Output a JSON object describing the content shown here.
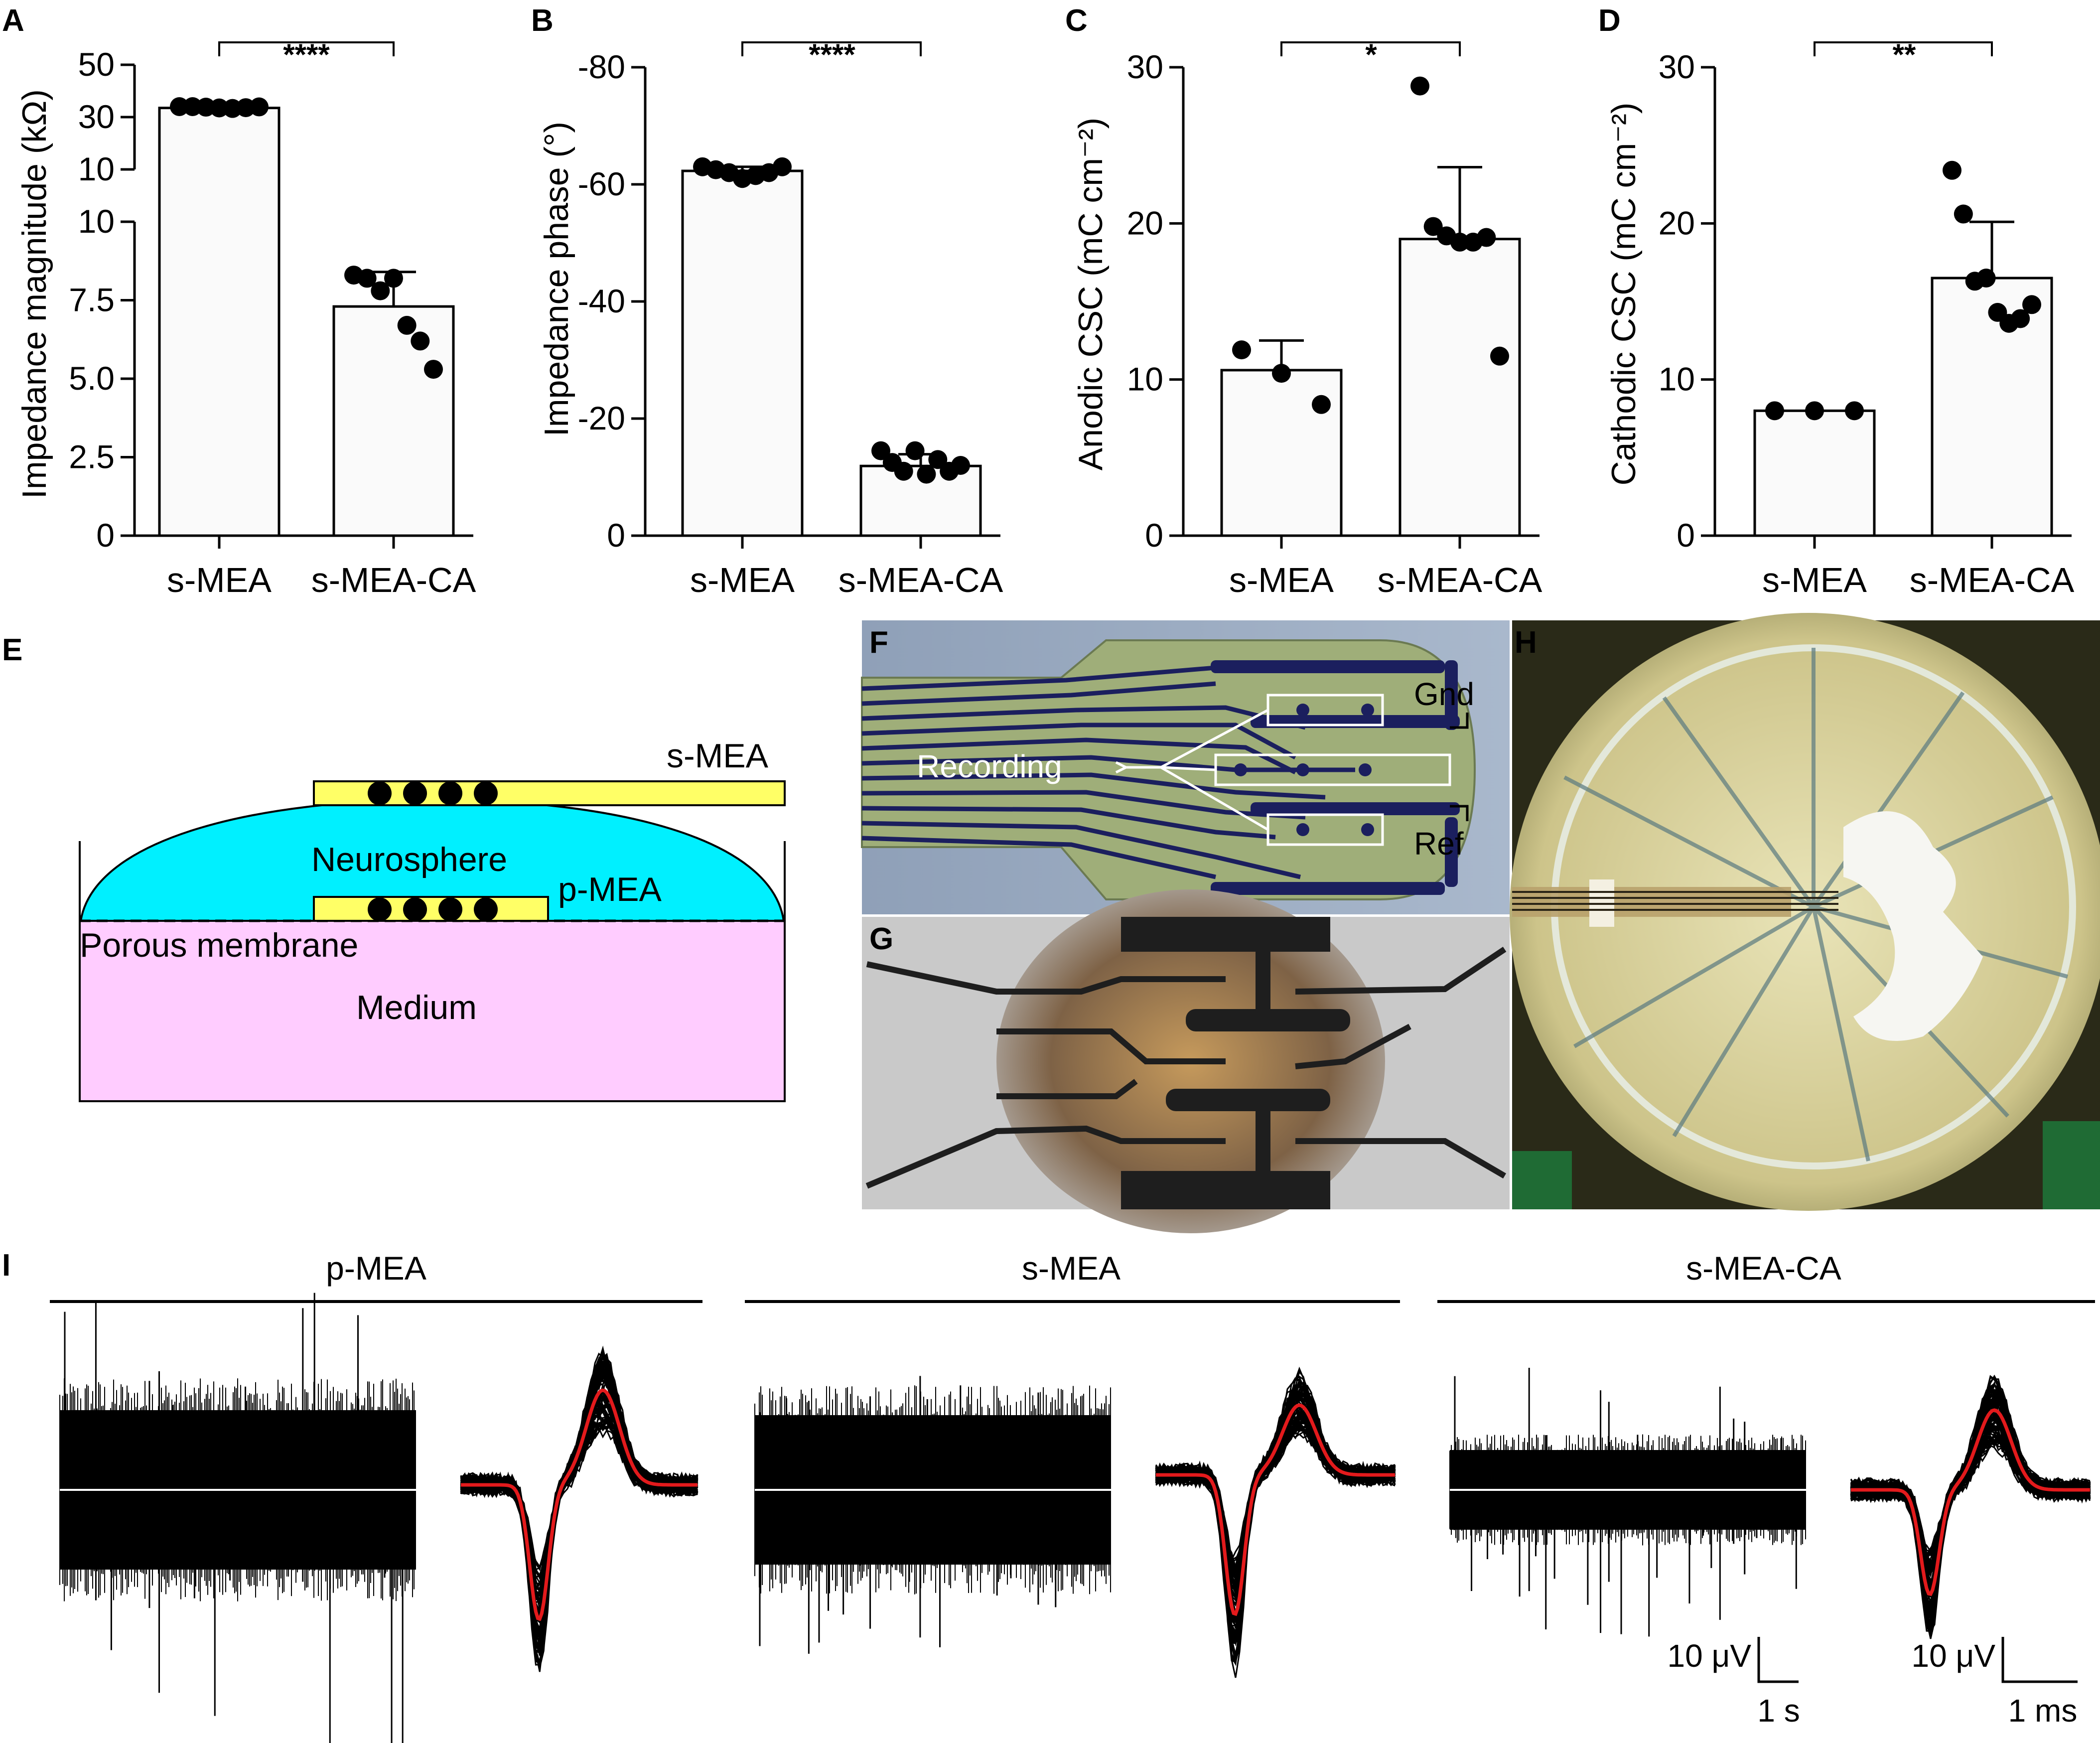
{
  "panels": {
    "A": {
      "letter": "A"
    },
    "B": {
      "letter": "B"
    },
    "C": {
      "letter": "C"
    },
    "D": {
      "letter": "D"
    },
    "E": {
      "letter": "E"
    },
    "F": {
      "letter": "F"
    },
    "G": {
      "letter": "G"
    },
    "H": {
      "letter": "H"
    },
    "I": {
      "letter": "I"
    }
  },
  "chart_data": [
    {
      "panel": "A",
      "type": "bar",
      "ylabel": "Impedance magnitude (kΩ)",
      "categories": [
        "s-MEA",
        "s-MEA-CA"
      ],
      "axis_note": "broken axis: lower segment 0–10, upper segment 10–50",
      "yticks_lower": [
        "0",
        "2.5",
        "5.0",
        "7.5",
        "10"
      ],
      "yticks_upper": [
        "10",
        "30",
        "50"
      ],
      "bars": [
        33.5,
        7.3
      ],
      "errors": [
        0.4,
        1.1
      ],
      "points": [
        [
          34,
          34,
          33.8,
          33.5,
          33.3,
          33.6,
          33.9
        ],
        [
          8.3,
          8.2,
          7.8,
          8.2,
          6.7,
          6.2,
          5.3
        ]
      ],
      "significance": "****"
    },
    {
      "panel": "B",
      "type": "bar",
      "ylabel": "Impedance phase (°)",
      "categories": [
        "s-MEA",
        "s-MEA-CA"
      ],
      "yticks": [
        "0",
        "-20",
        "-40",
        "-60",
        "-80"
      ],
      "ylim": [
        0,
        -80
      ],
      "bars": [
        -62.3,
        -11.9
      ],
      "errors": [
        0.7,
        2.0
      ],
      "points": [
        [
          -63,
          -62.5,
          -62,
          -61,
          -61.5,
          -62,
          -63
        ],
        [
          -14.5,
          -12.5,
          -11,
          -14.5,
          -10.5,
          -13,
          -11,
          -12
        ]
      ],
      "significance": "****"
    },
    {
      "panel": "C",
      "type": "bar",
      "ylabel": "Anodic CSC (mC cm⁻²)",
      "categories": [
        "s-MEA",
        "s-MEA-CA"
      ],
      "yticks": [
        "0",
        "10",
        "20",
        "30"
      ],
      "ylim": [
        0,
        30
      ],
      "bars": [
        10.6,
        19.0
      ],
      "errors": [
        1.9,
        4.6
      ],
      "points": [
        [
          11.9,
          10.4,
          8.4
        ],
        [
          28.8,
          19.8,
          19.2,
          18.8,
          18.8,
          19.1,
          11.5
        ]
      ],
      "significance": "*"
    },
    {
      "panel": "D",
      "type": "bar",
      "ylabel": "Cathodic CSC (mC cm⁻²)",
      "categories": [
        "s-MEA",
        "s-MEA-CA"
      ],
      "yticks": [
        "0",
        "10",
        "20",
        "30"
      ],
      "ylim": [
        0,
        30
      ],
      "bars": [
        8.0,
        16.5
      ],
      "errors": [
        0.0,
        3.6
      ],
      "points": [
        [
          8.0,
          8.0,
          8.0
        ],
        [
          23.4,
          20.6,
          16.3,
          16.5,
          14.3,
          13.6,
          13.9,
          14.8
        ]
      ],
      "significance": "**"
    }
  ],
  "diagram_E": {
    "smea": "s-MEA",
    "neurosphere": "Neurosphere",
    "pmea": "p-MEA",
    "porous": "Porous membrane",
    "medium": "Medium"
  },
  "photo_F": {
    "recording": "Recording",
    "gnd": "Gnd",
    "ref": "Ref"
  },
  "panel_I": {
    "conditions": [
      "p-MEA",
      "s-MEA",
      "s-MEA-CA"
    ],
    "scale_voltage": "10 μV",
    "scale_time_trace": "1 s",
    "scale_time_spike": "1 ms"
  },
  "colors": {
    "bar_fill": "#fafafa",
    "cyan": "#00f0ff",
    "yellow": "#ffff66",
    "pink": "#ffccff",
    "spike_mean": "#e31a1c"
  }
}
